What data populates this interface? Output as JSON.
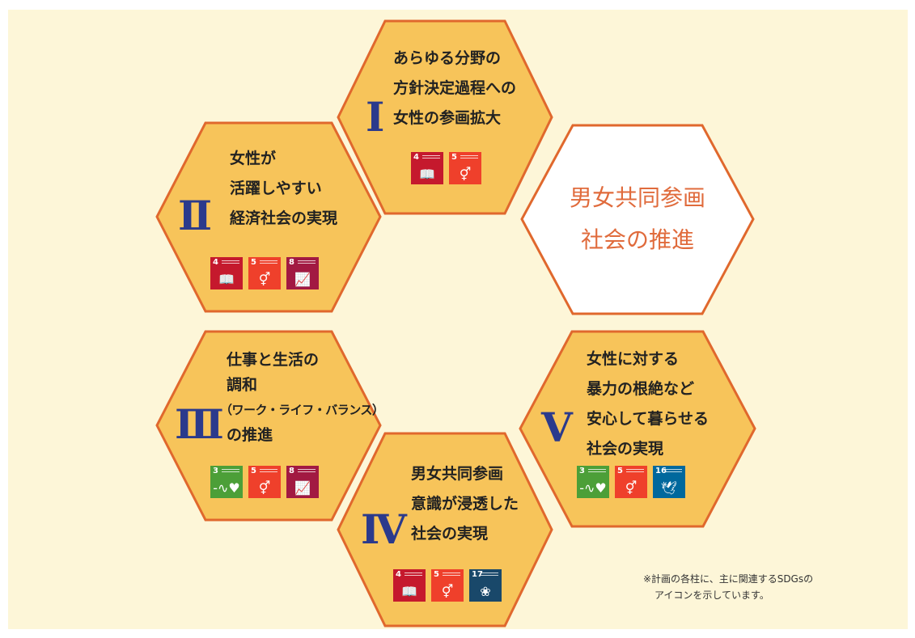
{
  "center": {
    "lines": [
      "男女共同参画",
      "社会の推進"
    ]
  },
  "pillars": [
    {
      "numeral": "Ⅰ",
      "lines": [
        "あらゆる分野の",
        "方針決定過程への",
        "女性の参画拡大"
      ],
      "sdgs": [
        {
          "num": "4",
          "name": "book-icon",
          "glyph": "📖",
          "color": "#c5192d"
        },
        {
          "num": "5",
          "name": "gender-equality-icon",
          "glyph": "⚥",
          "color": "#ef402b"
        }
      ]
    },
    {
      "numeral": "Ⅱ",
      "lines": [
        "女性が",
        "活躍しやすい",
        "経済社会の実現"
      ],
      "sdgs": [
        {
          "num": "4",
          "name": "book-icon",
          "glyph": "📖",
          "color": "#c5192d"
        },
        {
          "num": "5",
          "name": "gender-equality-icon",
          "glyph": "⚥",
          "color": "#ef402b"
        },
        {
          "num": "8",
          "name": "growth-chart-icon",
          "glyph": "📈",
          "color": "#a21942"
        }
      ]
    },
    {
      "numeral": "Ⅲ",
      "lines": [
        "仕事と生活の",
        "調和",
        "（ワーク・ライフ・バランス）",
        "の推進"
      ],
      "sdgs": [
        {
          "num": "3",
          "name": "heartbeat-icon",
          "glyph": "-∿♥",
          "color": "#4c9f38"
        },
        {
          "num": "5",
          "name": "gender-equality-icon",
          "glyph": "⚥",
          "color": "#ef402b"
        },
        {
          "num": "8",
          "name": "growth-chart-icon",
          "glyph": "📈",
          "color": "#a21942"
        }
      ]
    },
    {
      "numeral": "Ⅳ",
      "lines": [
        "男女共同参画",
        "意識が浸透した",
        "社会の実現"
      ],
      "sdgs": [
        {
          "num": "4",
          "name": "book-icon",
          "glyph": "📖",
          "color": "#c5192d"
        },
        {
          "num": "5",
          "name": "gender-equality-icon",
          "glyph": "⚥",
          "color": "#ef402b"
        },
        {
          "num": "17",
          "name": "partnership-flower-icon",
          "glyph": "❀",
          "color": "#19486a"
        }
      ]
    },
    {
      "numeral": "Ⅴ",
      "lines": [
        "女性に対する",
        "暴力の根絶など",
        "安心して暮らせる",
        "社会の実現"
      ],
      "sdgs": [
        {
          "num": "3",
          "name": "heartbeat-icon",
          "glyph": "-∿♥",
          "color": "#4c9f38"
        },
        {
          "num": "5",
          "name": "gender-equality-icon",
          "glyph": "⚥",
          "color": "#ef402b"
        },
        {
          "num": "16",
          "name": "dove-gavel-icon",
          "glyph": "🕊",
          "color": "#00689d"
        }
      ]
    }
  ],
  "note": {
    "lines": [
      "※計画の各柱に、主に関連するSDGsの",
      "アイコンを示しています。"
    ]
  },
  "colors": {
    "hex_fill": "#f7c45a",
    "hex_stroke": "#e0682d",
    "center_fill": "#ffffff",
    "center_text": "#e06b3c",
    "numeral": "#2b3a8c",
    "background": "#fdf6d8"
  }
}
